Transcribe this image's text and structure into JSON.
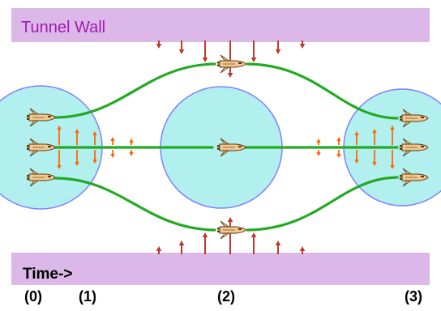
{
  "labels": {
    "tunnel_wall": "Tunnel Wall",
    "time": "Time->",
    "stages": [
      "(0)",
      "(1)",
      "(2)",
      "(3)"
    ]
  },
  "colors": {
    "wall": "#dcb8e8",
    "wall_text": "#a11ab2",
    "bubble_fill": "#b2f0f0",
    "bubble_stroke": "#8080ff",
    "trajectory": "#22aa22",
    "pressure_arrow": "#c0392b",
    "expansion_arrow": "#ff6600",
    "shuttle_body": "#f0c890",
    "shuttle_outline": "#5a3a10"
  },
  "icons": [
    "shuttle-icon"
  ]
}
